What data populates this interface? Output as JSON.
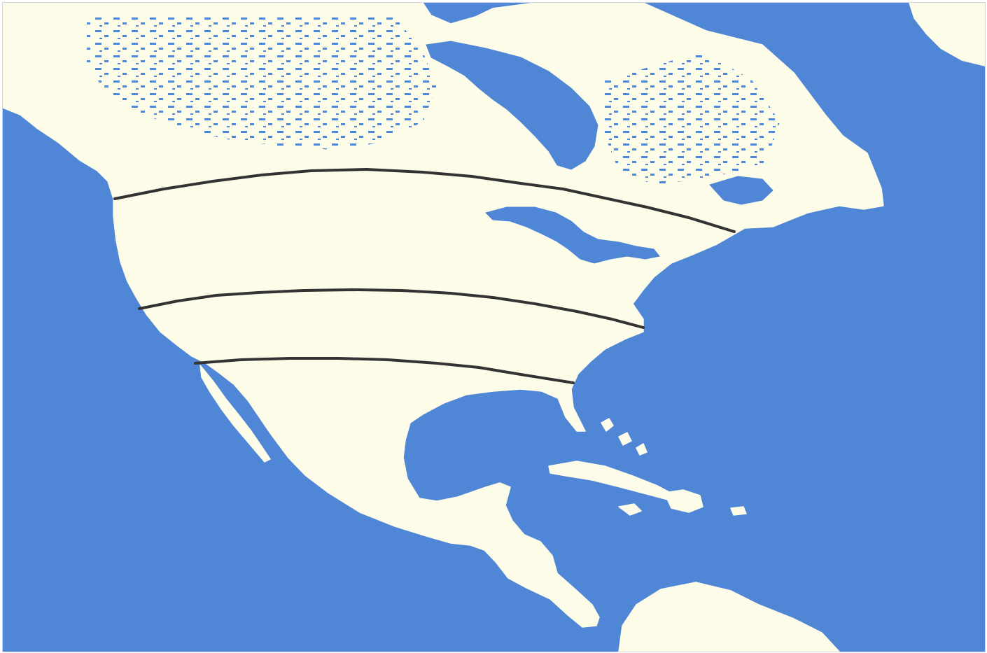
{
  "map": {
    "colors": {
      "ocean": "#4f86d6",
      "land": "#fdfce9",
      "route": "#333333"
    },
    "routes": [
      {
        "id": "northern-route"
      },
      {
        "id": "central-route"
      },
      {
        "id": "southern-route"
      }
    ]
  }
}
